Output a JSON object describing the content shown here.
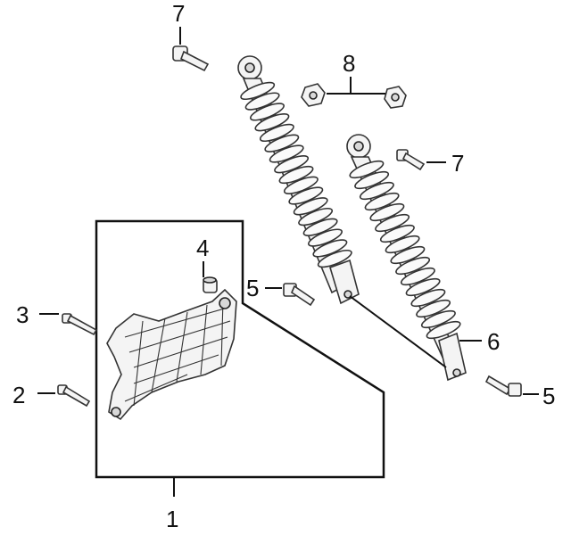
{
  "callouts": {
    "c1": "1",
    "c2": "2",
    "c3": "3",
    "c4": "4",
    "c5a": "5",
    "c5b": "5",
    "c6": "6",
    "c7a": "7",
    "c7b": "7",
    "c8": "8"
  },
  "colors": {
    "line": "#111111",
    "part_fill": "#f4f4f4",
    "part_stroke": "#333333"
  }
}
